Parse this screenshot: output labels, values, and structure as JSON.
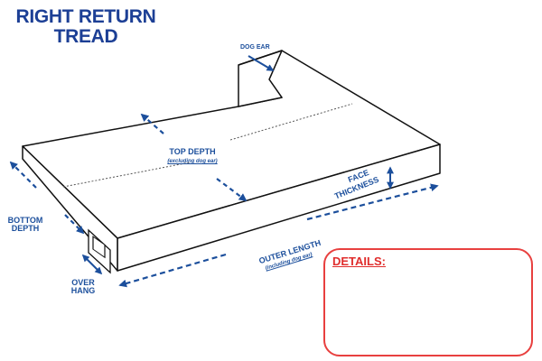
{
  "title": {
    "line1": "RIGHT RETURN",
    "line2": "TREAD"
  },
  "labels": {
    "dog_ear": "DOG EAR",
    "top_depth": "TOP  DEPTH",
    "top_depth_note": "(excluding dog ear)",
    "face_thickness_1": "FACE",
    "face_thickness_2": "THICKNESS",
    "bottom_depth_1": "BOTTOM",
    "bottom_depth_2": "DEPTH",
    "outer_length": "OUTER LENGTH",
    "outer_length_note": "(including dog ear)",
    "overhang_1": "OVER",
    "overhang_2": "HANG"
  },
  "details": {
    "title": "DETAILS:"
  },
  "colors": {
    "dimension_blue": "#1c4f9c",
    "title_blue": "#1c3f95",
    "details_red": "#e8403f",
    "outline": "#111111"
  }
}
